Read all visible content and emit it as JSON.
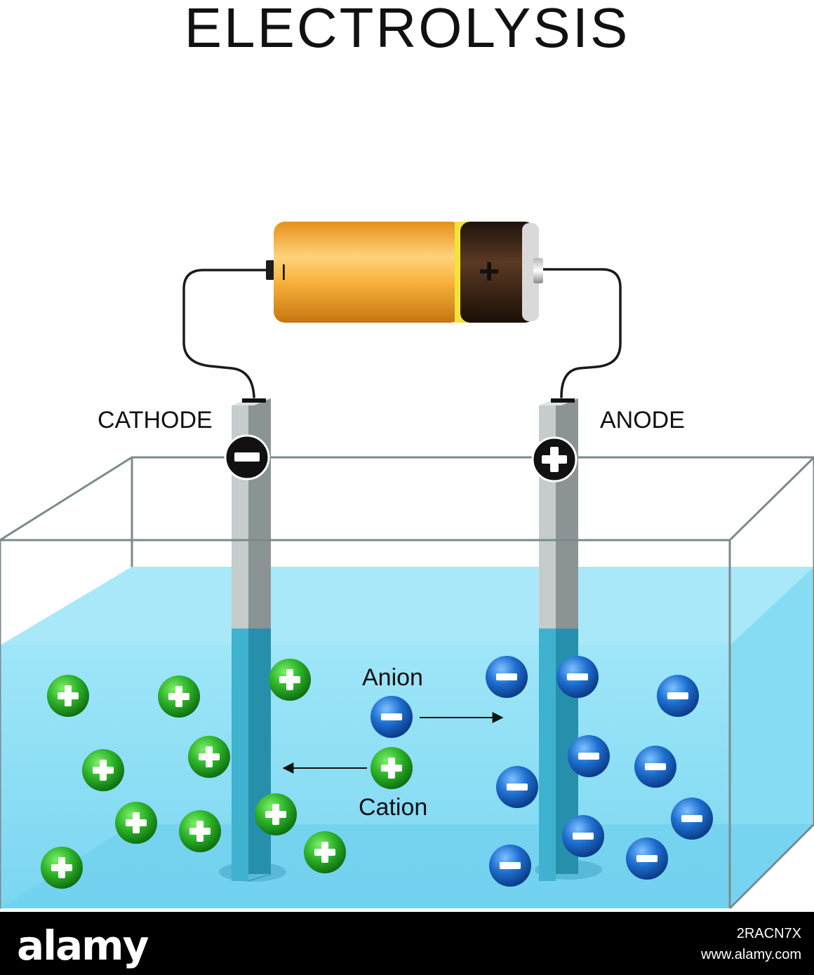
{
  "title": "ELECTROLYSIS",
  "labels": {
    "cathode": "CATHODE",
    "anode": "ANODE",
    "anion": "Anion",
    "cation": "Cation"
  },
  "symbols": {
    "battery_negative": "–",
    "battery_positive": "+",
    "cathode_sign": "−",
    "anode_sign": "+",
    "cation_sign": "+",
    "anion_sign": "−"
  },
  "watermark": {
    "brand": "alamy",
    "image_id": "2RACN7X",
    "site": "www.alamy.com"
  },
  "colors": {
    "water": "#8fe0f5",
    "cation_green": "#2fb52a",
    "anion_blue": "#1e6fd0",
    "battery_body": "#f2a526",
    "battery_cap": "#3a2416",
    "electrode": "#a9afb0"
  }
}
